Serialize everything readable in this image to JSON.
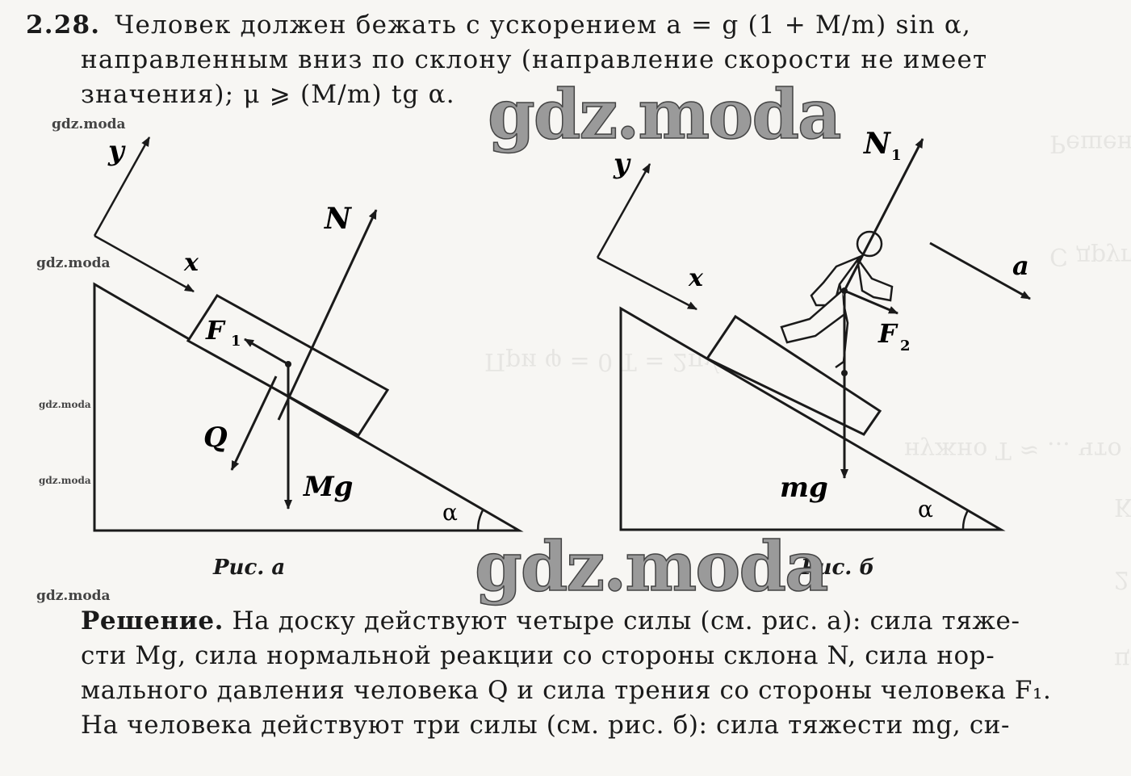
{
  "problem": {
    "number": "2.28.",
    "line1": "Человек должен бежать с ускорением a = g (1 + M/m) sin α,",
    "line2": "направленным вниз по склону (направление скорости не имеет",
    "line3": "значения); μ ⩾ (M/m) tg α."
  },
  "figure_a": {
    "caption": "Рис. а",
    "labels": {
      "y": "y",
      "x": "x",
      "N": "N",
      "F1": "F",
      "F1_sub": "1",
      "Q": "Q",
      "Mg": "Mg",
      "alpha": "α"
    }
  },
  "figure_b": {
    "caption": "Рис. б",
    "labels": {
      "y": "y",
      "x": "x",
      "N1": "N",
      "N1_sub": "1",
      "a": "a",
      "F2": "F",
      "F2_sub": "2",
      "mg": "mg",
      "alpha": "α"
    }
  },
  "solution": {
    "line1_bold": "Решение.",
    "line1": " На доску действуют четыре силы (см. рис. а): сила тяже-",
    "line2": "сти Mg, сила нормальной реакции со стороны склона N, сила нор-",
    "line3": "мального давления человека Q и сила трения со стороны человека F₁.",
    "line4": "На человека действуют три силы (см. рис. б): сила тяжести mg, си-"
  },
  "watermarks": {
    "big": "gdz.moda",
    "small": "gdz.moda"
  }
}
